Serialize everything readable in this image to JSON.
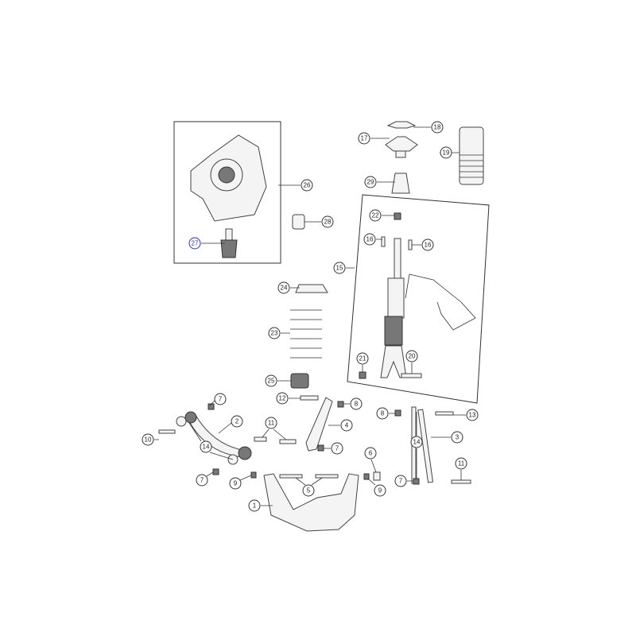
{
  "diagram": {
    "title": "Rear suspension parts diagram",
    "callouts": [
      "26",
      "27",
      "28",
      "18",
      "17",
      "19",
      "29",
      "22",
      "16",
      "16",
      "15",
      "24",
      "23",
      "21",
      "20",
      "25",
      "12",
      "8",
      "7",
      "2",
      "10",
      "11",
      "4",
      "14",
      "7",
      "7",
      "9",
      "5",
      "6",
      "9",
      "1",
      "8",
      "13",
      "3",
      "14",
      "11",
      "7"
    ],
    "colors": {
      "line": "#333333",
      "highlight": "#2a2ae0"
    }
  }
}
